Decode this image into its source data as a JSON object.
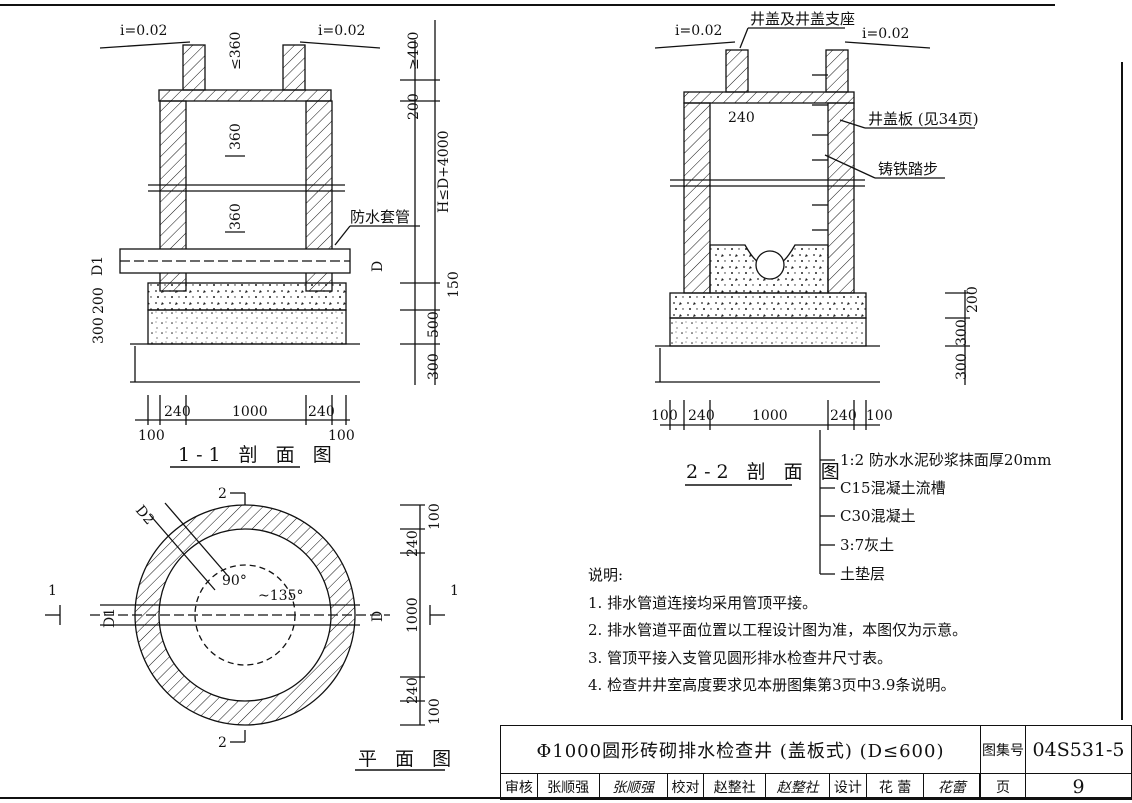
{
  "drawing": {
    "slope_label": "i=0.02",
    "section_1": {
      "title": "1-1 剖 面 图",
      "callout_sleeve": "防水套管",
      "pipe_in_label": "D1",
      "pipe_out_label": "D",
      "dim_cover": "≤360",
      "dim_top": "≥400",
      "dim_slab": "200",
      "dim_step1": "360",
      "dim_step2": "360",
      "dim_height": "H≤D+4000",
      "dim_150": "150",
      "dim_500": "500",
      "dim_200": "200",
      "dim_300": "300",
      "dim_300b": "300",
      "dim_wall_l": "240",
      "dim_inner": "1000",
      "dim_wall_r": "240",
      "dim_edge_l": "100",
      "dim_edge_r": "100"
    },
    "section_2": {
      "title": "2-2 剖 面 图",
      "callout_cover": "井盖及井盖支座",
      "callout_slab": "井盖板 (见34页)",
      "callout_step": "铸铁踏步",
      "dim_240_top": "240",
      "dim_200": "200",
      "dim_300": "300",
      "dim_300b": "300",
      "dim_edge_l": "100",
      "dim_wall_l": "240",
      "dim_inner": "1000",
      "dim_wall_r": "240",
      "dim_edge_r": "100",
      "legend": [
        "1:2 防水水泥砂浆抹面厚20mm",
        "C15混凝土流槽",
        "C30混凝土",
        "3:7灰土",
        "土垫层"
      ]
    },
    "plan": {
      "title": "平  面  图",
      "cut_1": "1",
      "cut_2": "2",
      "angle_90": "90°",
      "angle_135": "~135°",
      "pipe_d1": "D1",
      "pipe_d2": "D2",
      "pipe_d": "D",
      "dim_100a": "100",
      "dim_240a": "240",
      "dim_1000": "1000",
      "dim_240b": "240",
      "dim_100b": "100"
    }
  },
  "notes": {
    "heading": "说明:",
    "items": [
      "1. 排水管道连接均采用管顶平接。",
      "2. 排水管道平面位置以工程设计图为准，本图仅为示意。",
      "3. 管顶平接入支管见圆形排水检查井尺寸表。",
      "4. 检查井井室高度要求见本册图集第3页中3.9条说明。"
    ]
  },
  "title_block": {
    "title": "Φ1000圆形砖砌排水检查井 (盖板式) (D≤600)",
    "atlas_label": "图集号",
    "atlas_no": "04S531-5",
    "review_label": "审核",
    "reviewer": "张顺强",
    "reviewer_sig": "张顺强",
    "check_label": "校对",
    "checker": "赵整社",
    "checker_sig": "赵整社",
    "design_label": "设计",
    "designer": "花 蕾",
    "designer_sig": "花蕾",
    "page_label": "页",
    "page_no": "9"
  }
}
